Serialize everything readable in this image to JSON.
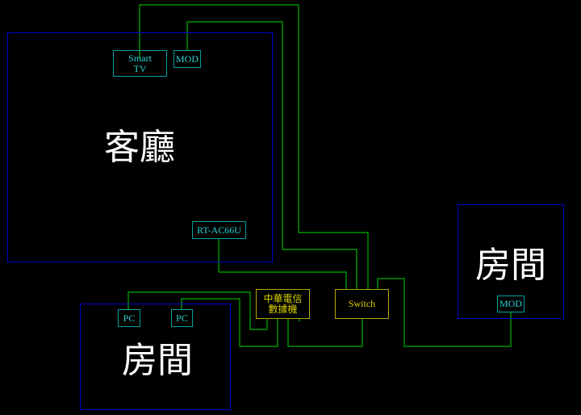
{
  "rooms": {
    "living_room": "客廳",
    "bedroom_left": "房間",
    "bedroom_right": "房間"
  },
  "devices": {
    "smart_tv_line1": "Smart",
    "smart_tv_line2": "TV",
    "mod_living": "MOD",
    "router": "RT-AC66U",
    "pc1": "PC",
    "pc2": "PC",
    "modem_line1": "中華電信",
    "modem_line2": "數據機",
    "switch": "Switch",
    "mod_bedroom": "MOD"
  },
  "colors": {
    "room_border": "#0000c8",
    "device_border": "#00a0a0",
    "network_box": "#b0a800",
    "wire": "#00b000"
  }
}
